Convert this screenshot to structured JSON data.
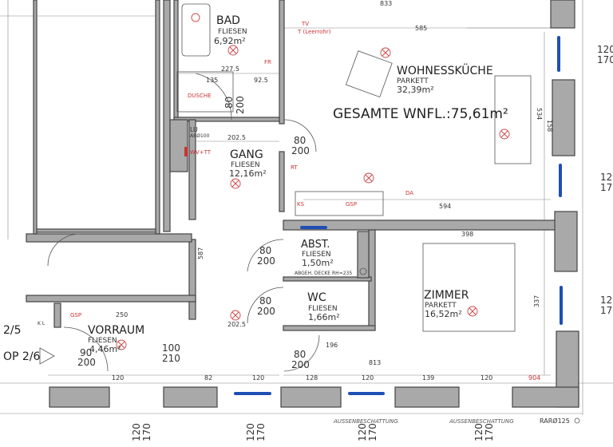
{
  "rooms": {
    "bad": {
      "name": "BAD",
      "floor": "FLIESEN",
      "area": "6,92m²"
    },
    "kitchen": {
      "name": "WOHNESSKÜCHE",
      "floor": "PARKETT",
      "area": "32,39m²"
    },
    "gang": {
      "name": "GANG",
      "floor": "FLIESEN",
      "area": "12,16m²"
    },
    "abst": {
      "name": "ABST.",
      "floor": "FLIESEN",
      "area": "1,50m²",
      "note": "ABGEH. DECKE RH=235"
    },
    "wc": {
      "name": "WC",
      "floor": "FLIESEN",
      "area": "1,66m²"
    },
    "zimmer": {
      "name": "ZIMMER",
      "floor": "PARKETT",
      "area": "16,52m²"
    },
    "vorraum": {
      "name": "VORRAUM",
      "floor": "FLIESEN",
      "area": "4,46m²"
    }
  },
  "total_area": "GESAMTE WNFL.:75,61m²",
  "doors": [
    {
      "w": "80",
      "h": "200"
    },
    {
      "w": "80",
      "h": "200"
    },
    {
      "w": "80",
      "h": "200"
    },
    {
      "w": "80",
      "h": "200"
    },
    {
      "w": "80",
      "h": "200"
    },
    {
      "w": "100",
      "h": "210"
    },
    {
      "w": "90",
      "h": "200"
    }
  ],
  "dimensions": {
    "d833": "833",
    "d585": "585",
    "d2275": "227.5",
    "d135": "135",
    "d925": "92.5",
    "d2025a": "202.5",
    "d594": "594",
    "d398": "398",
    "d250": "250",
    "d2025b": "202.5",
    "d196": "196",
    "d813": "813",
    "d534": "534",
    "d158": "158",
    "d337": "337",
    "d587": "587",
    "bottom": [
      "120",
      "82",
      "120",
      "128",
      "120",
      "139",
      "120",
      "904"
    ],
    "window": {
      "w": "120",
      "h": "170"
    }
  },
  "annotations": {
    "tv": "TV",
    "leerrohr": "T (Leerrohr)",
    "dusche": "DUSCHE",
    "ab": "ABØ100",
    "lu": "LU",
    "wv": "WV+TT",
    "gsp": "GSP",
    "ks": "KS",
    "rt": "RT",
    "da": "DA",
    "fr": "FR",
    "kl": "K  L"
  },
  "neighbors": {
    "top": "2/5",
    "entry": "OP 2/6"
  },
  "footer": {
    "shading1": "AUSSENBESCHATTUNG",
    "shading2": "AUSSENBESCHATTUNG",
    "rar": "RARØ125"
  },
  "colors": {
    "wall": "#a9a9a9",
    "window": "#1f4fb5",
    "installations": "#cc3333"
  }
}
